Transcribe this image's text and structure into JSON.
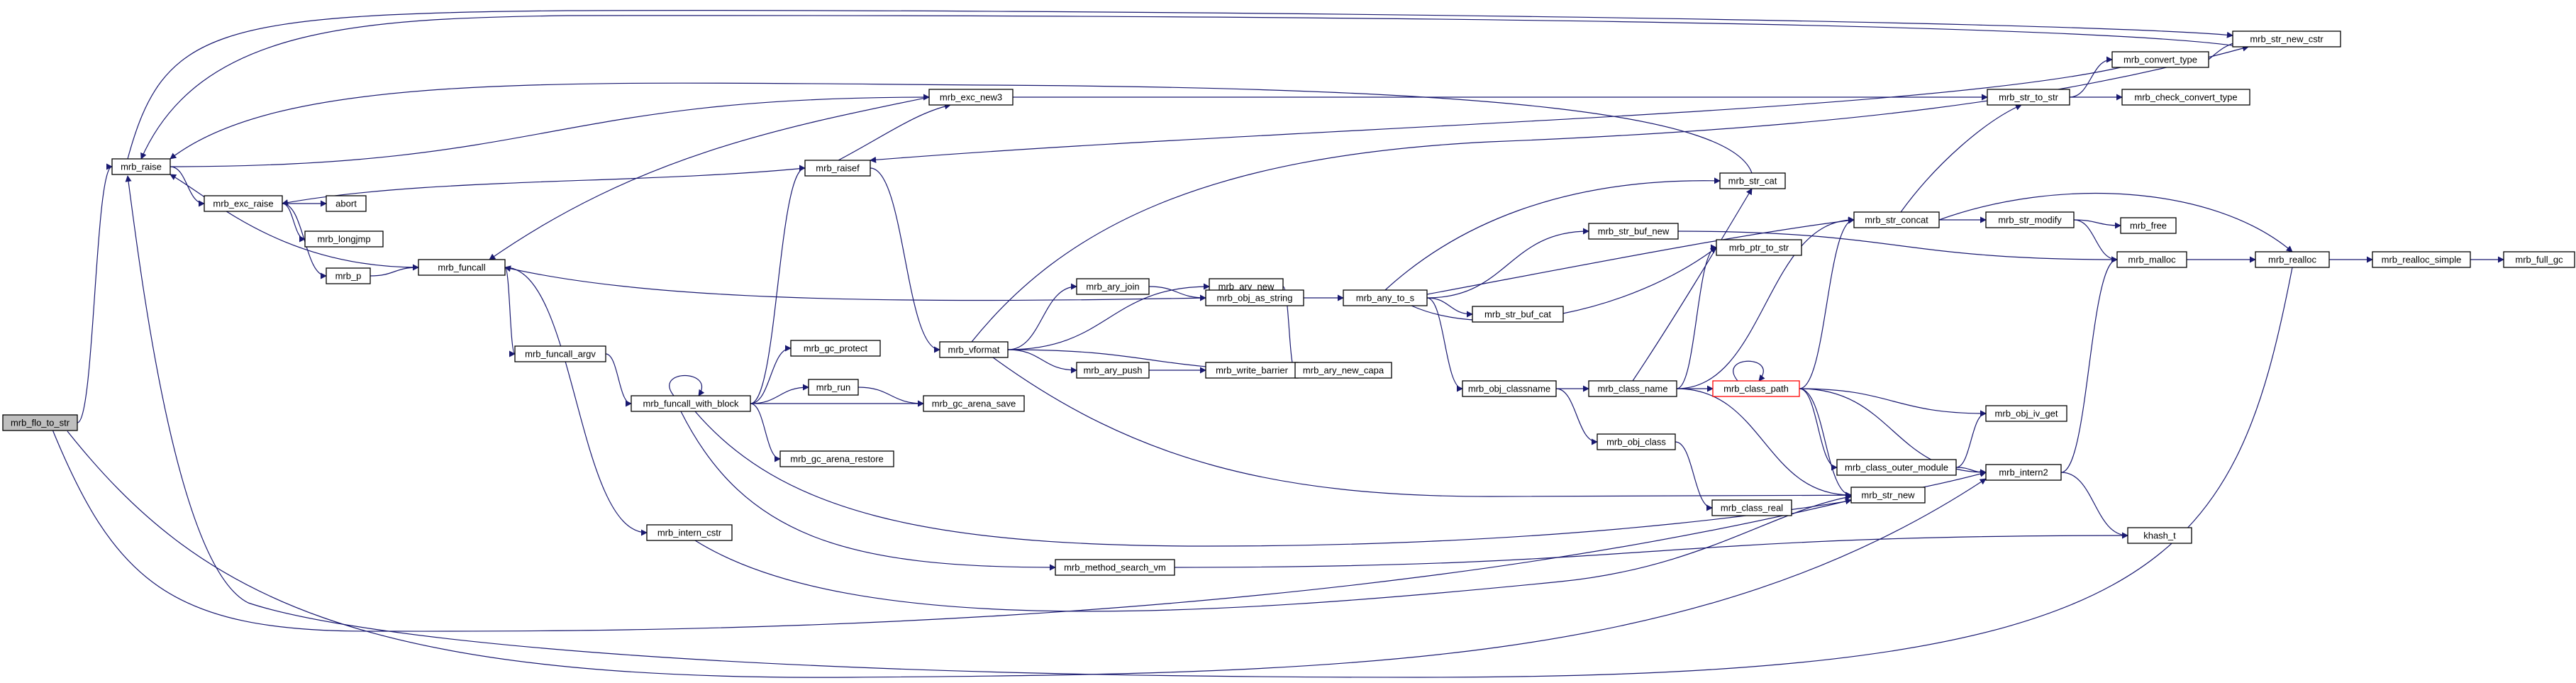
{
  "title": "",
  "colors": {
    "edge": "#191970",
    "start_fill": "#bfbfbf",
    "truncated_border": "#ff0000",
    "node_border": "#000000"
  },
  "nodes": [
    {
      "id": "flo",
      "label": "mrb_flo_to_str",
      "kind": "start"
    },
    {
      "id": "raise",
      "label": "mrb_raise"
    },
    {
      "id": "exc_raise",
      "label": "mrb_exc_raise"
    },
    {
      "id": "abort",
      "label": "abort"
    },
    {
      "id": "longjmp",
      "label": "mrb_longjmp"
    },
    {
      "id": "p",
      "label": "mrb_p"
    },
    {
      "id": "funcall",
      "label": "mrb_funcall"
    },
    {
      "id": "funcall_argv",
      "label": "mrb_funcall_argv"
    },
    {
      "id": "fwb",
      "label": "mrb_funcall_with_block"
    },
    {
      "id": "intern_cstr",
      "label": "mrb_intern_cstr"
    },
    {
      "id": "exc_new3",
      "label": "mrb_exc_new3"
    },
    {
      "id": "raisef",
      "label": "mrb_raisef"
    },
    {
      "id": "gc_protect",
      "label": "mrb_gc_protect"
    },
    {
      "id": "run",
      "label": "mrb_run"
    },
    {
      "id": "gc_arena_save",
      "label": "mrb_gc_arena_save"
    },
    {
      "id": "gc_arena_restore",
      "label": "mrb_gc_arena_restore"
    },
    {
      "id": "vformat",
      "label": "mrb_vformat"
    },
    {
      "id": "method_search_vm",
      "label": "mrb_method_search_vm"
    },
    {
      "id": "ary_join",
      "label": "mrb_ary_join"
    },
    {
      "id": "ary_new",
      "label": "mrb_ary_new"
    },
    {
      "id": "ary_push",
      "label": "mrb_ary_push"
    },
    {
      "id": "write_barrier",
      "label": "mrb_write_barrier"
    },
    {
      "id": "ary_new_capa",
      "label": "mrb_ary_new_capa"
    },
    {
      "id": "obj_as_string",
      "label": "mrb_obj_as_string"
    },
    {
      "id": "any_to_s",
      "label": "mrb_any_to_s"
    },
    {
      "id": "str_buf_cat",
      "label": "mrb_str_buf_cat"
    },
    {
      "id": "obj_classname",
      "label": "mrb_obj_classname"
    },
    {
      "id": "obj_class",
      "label": "mrb_obj_class"
    },
    {
      "id": "class_name",
      "label": "mrb_class_name"
    },
    {
      "id": "class_real",
      "label": "mrb_class_real"
    },
    {
      "id": "str_cat",
      "label": "mrb_str_cat"
    },
    {
      "id": "str_buf_new",
      "label": "mrb_str_buf_new"
    },
    {
      "id": "ptr_to_str",
      "label": "mrb_ptr_to_str"
    },
    {
      "id": "class_path",
      "label": "mrb_class_path",
      "kind": "truncated"
    },
    {
      "id": "str_new",
      "label": "mrb_str_new"
    },
    {
      "id": "class_outer_module",
      "label": "mrb_class_outer_module"
    },
    {
      "id": "obj_iv_get",
      "label": "mrb_obj_iv_get"
    },
    {
      "id": "intern2",
      "label": "mrb_intern2"
    },
    {
      "id": "khash_t",
      "label": "khash_t"
    },
    {
      "id": "str_concat",
      "label": "mrb_str_concat"
    },
    {
      "id": "str_modify",
      "label": "mrb_str_modify"
    },
    {
      "id": "free",
      "label": "mrb_free"
    },
    {
      "id": "malloc",
      "label": "mrb_malloc"
    },
    {
      "id": "realloc",
      "label": "mrb_realloc"
    },
    {
      "id": "realloc_simple",
      "label": "mrb_realloc_simple"
    },
    {
      "id": "full_gc",
      "label": "mrb_full_gc"
    },
    {
      "id": "str_to_str",
      "label": "mrb_str_to_str"
    },
    {
      "id": "convert_type",
      "label": "mrb_convert_type"
    },
    {
      "id": "check_convert_type",
      "label": "mrb_check_convert_type"
    },
    {
      "id": "str_new_cstr",
      "label": "mrb_str_new_cstr"
    }
  ],
  "edges": [
    [
      "flo",
      "raise"
    ],
    [
      "flo",
      "str_new"
    ],
    [
      "flo",
      "intern2"
    ],
    [
      "raise",
      "exc_raise"
    ],
    [
      "raise",
      "exc_new3"
    ],
    [
      "raise",
      "str_new_cstr"
    ],
    [
      "exc_raise",
      "abort"
    ],
    [
      "exc_raise",
      "longjmp"
    ],
    [
      "exc_raise",
      "p"
    ],
    [
      "p",
      "funcall"
    ],
    [
      "funcall",
      "raise"
    ],
    [
      "funcall",
      "funcall_argv"
    ],
    [
      "funcall",
      "intern_cstr"
    ],
    [
      "funcall_argv",
      "fwb"
    ],
    [
      "fwb",
      "fwb"
    ],
    [
      "fwb",
      "raisef"
    ],
    [
      "fwb",
      "gc_protect"
    ],
    [
      "fwb",
      "run"
    ],
    [
      "fwb",
      "gc_arena_save"
    ],
    [
      "fwb",
      "gc_arena_restore"
    ],
    [
      "fwb",
      "method_search_vm"
    ],
    [
      "fwb",
      "intern2"
    ],
    [
      "run",
      "gc_arena_save"
    ],
    [
      "intern_cstr",
      "str_new"
    ],
    [
      "method_search_vm",
      "khash_t"
    ],
    [
      "exc_new3",
      "funcall"
    ],
    [
      "exc_new3",
      "str_to_str"
    ],
    [
      "raisef",
      "exc_raise"
    ],
    [
      "raisef",
      "exc_new3"
    ],
    [
      "raisef",
      "vformat"
    ],
    [
      "vformat",
      "ary_join"
    ],
    [
      "vformat",
      "ary_new"
    ],
    [
      "vformat",
      "ary_push"
    ],
    [
      "vformat",
      "ary_new_capa"
    ],
    [
      "vformat",
      "str_new"
    ],
    [
      "vformat",
      "str_new_cstr"
    ],
    [
      "ary_join",
      "obj_as_string"
    ],
    [
      "ary_new",
      "ary_new_capa"
    ],
    [
      "ary_push",
      "write_barrier"
    ],
    [
      "obj_as_string",
      "funcall"
    ],
    [
      "obj_as_string",
      "any_to_s"
    ],
    [
      "any_to_s",
      "str_cat"
    ],
    [
      "any_to_s",
      "str_concat"
    ],
    [
      "any_to_s",
      "str_buf_new"
    ],
    [
      "any_to_s",
      "str_buf_cat"
    ],
    [
      "any_to_s",
      "ptr_to_str"
    ],
    [
      "any_to_s",
      "obj_classname"
    ],
    [
      "obj_classname",
      "class_name"
    ],
    [
      "obj_classname",
      "obj_class"
    ],
    [
      "obj_class",
      "class_real"
    ],
    [
      "class_name",
      "str_cat"
    ],
    [
      "class_name",
      "ptr_to_str"
    ],
    [
      "class_name",
      "class_path"
    ],
    [
      "class_name",
      "str_concat"
    ],
    [
      "class_name",
      "str_new"
    ],
    [
      "class_path",
      "class_path"
    ],
    [
      "class_path",
      "str_concat"
    ],
    [
      "class_path",
      "class_outer_module"
    ],
    [
      "class_path",
      "obj_iv_get"
    ],
    [
      "class_path",
      "intern2"
    ],
    [
      "class_path",
      "str_new"
    ],
    [
      "class_outer_module",
      "obj_iv_get"
    ],
    [
      "class_outer_module",
      "intern2"
    ],
    [
      "intern2",
      "malloc"
    ],
    [
      "intern2",
      "khash_t"
    ],
    [
      "str_cat",
      "raise"
    ],
    [
      "str_buf_new",
      "malloc"
    ],
    [
      "str_concat",
      "str_to_str"
    ],
    [
      "str_concat",
      "str_modify"
    ],
    [
      "str_concat",
      "realloc"
    ],
    [
      "str_modify",
      "free"
    ],
    [
      "str_modify",
      "malloc"
    ],
    [
      "malloc",
      "realloc"
    ],
    [
      "realloc",
      "realloc_simple"
    ],
    [
      "realloc",
      "raise"
    ],
    [
      "realloc_simple",
      "full_gc"
    ],
    [
      "str_to_str",
      "convert_type"
    ],
    [
      "str_to_str",
      "check_convert_type"
    ],
    [
      "convert_type",
      "raisef"
    ],
    [
      "convert_type",
      "str_new_cstr"
    ],
    [
      "str_new_cstr",
      "raise"
    ]
  ]
}
